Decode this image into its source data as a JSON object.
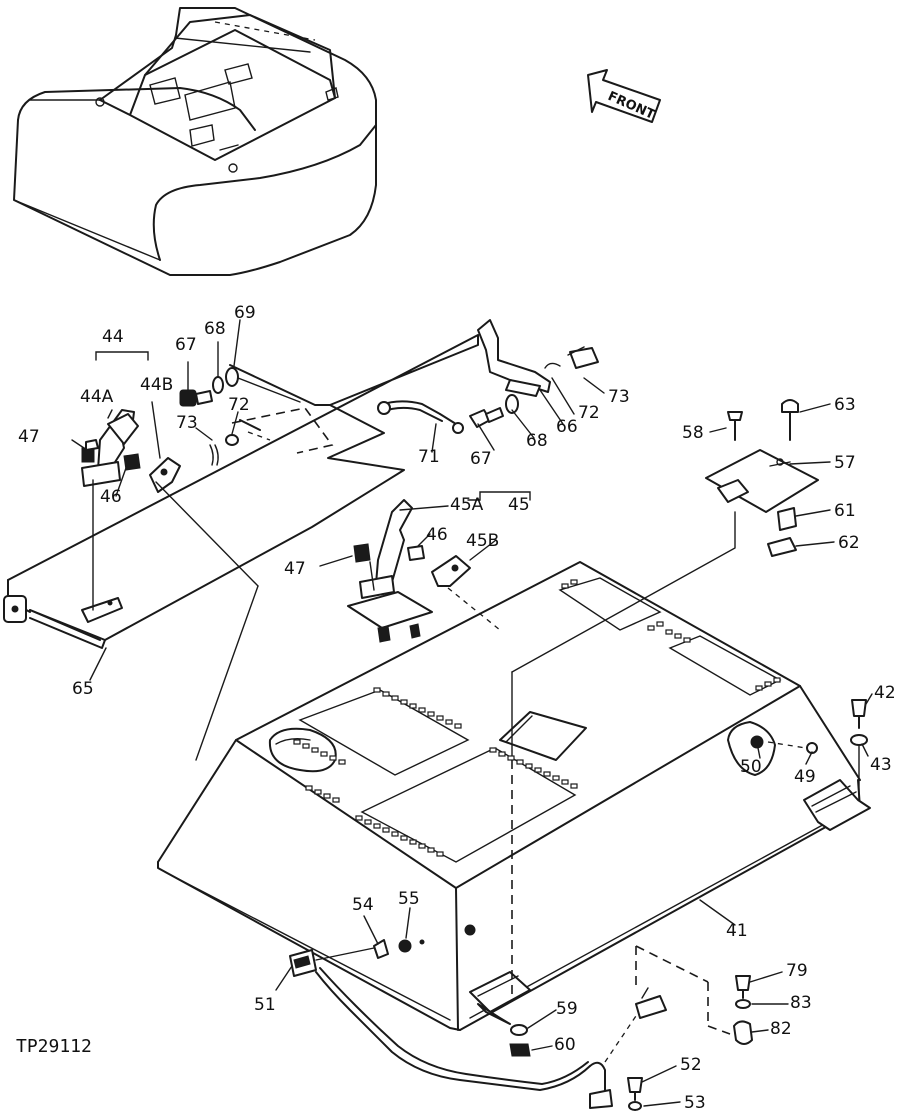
{
  "figure_id": "TP29112",
  "front_label": "FRONT",
  "callouts": {
    "c41": "41",
    "c42": "42",
    "c43": "43",
    "c44": "44",
    "c44a": "44A",
    "c44b": "44B",
    "c45": "45",
    "c45a": "45A",
    "c45b": "45B",
    "c46a": "46",
    "c46b": "46",
    "c47a": "47",
    "c47b": "47",
    "c49": "49",
    "c50": "50",
    "c51": "51",
    "c52": "52",
    "c53": "53",
    "c54": "54",
    "c55": "55",
    "c57": "57",
    "c58": "58",
    "c59": "59",
    "c60": "60",
    "c61": "61",
    "c62": "62",
    "c63": "63",
    "c65": "65",
    "c66": "66",
    "c67a": "67",
    "c67b": "67",
    "c68a": "68",
    "c68b": "68",
    "c69": "69",
    "c71": "71",
    "c72a": "72",
    "c72b": "72",
    "c73a": "73",
    "c73b": "73",
    "c79": "79",
    "c82": "82",
    "c83": "83"
  }
}
